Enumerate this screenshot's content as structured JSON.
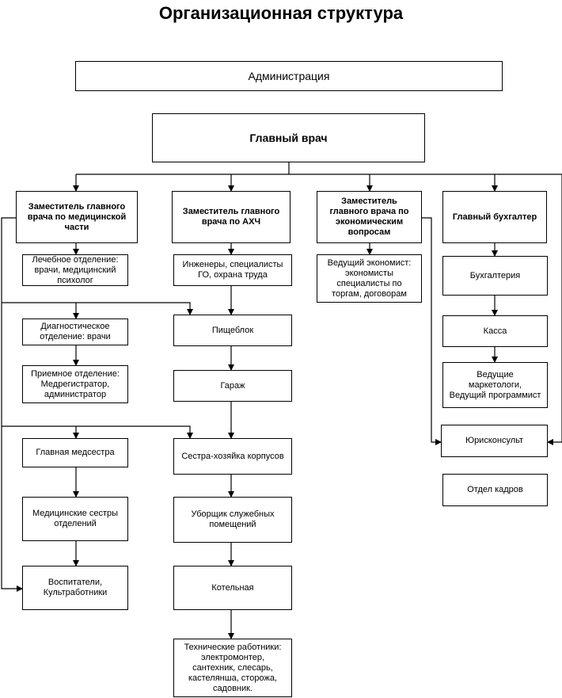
{
  "title": "Организационная структура",
  "nodes": {
    "administration": "Администрация",
    "chief_doctor": "Главный врач",
    "deputy_medical": "Заместитель главного\nврача по медицинской\nчасти",
    "deputy_ahch": "Заместитель главного\nврача по АХЧ",
    "deputy_economic": "Заместитель\nглавного врача по\nэкономическим\nвопросам",
    "chief_accountant": "Главный бухгалтер",
    "treatment_dept": "Лечебное отделение:\nврачи, медицинский\nпсихолог",
    "diagnostic_dept": "Диагностическое\nотделение: врачи",
    "admission_dept": "Приемное отделение:\nМедрегистратор,\nадминистратор",
    "head_nurse": "Главная медсестра",
    "dept_nurses": "Медицинские сестры\nотделений",
    "educators": "Воспитатели,\nКультработники",
    "engineers": "Инженеры, специалисты\nГО, охрана труда",
    "canteen": "Пищеблок",
    "garage": "Гараж",
    "housekeeper": "Сестра-хозяйка корпусов",
    "cleaner": "Уборщик служебных\nпомещений",
    "boiler_room": "Котельная",
    "tech_workers": "Технические работники:\nэлектромонтер,\nсантехник, слесарь,\nкастелянша, сторожа,\nсадовник.",
    "lead_economist": "Ведущий экономист:\nэкономисты\nспециалисты  по\nторгам, договорам",
    "accounting": "Бухгалтерия",
    "cashier": "Касса",
    "marketers": "Ведущие\nмаркетологи,\nВедущий программист",
    "legal": "Юрисконсульт",
    "hr": "Отдел кадров"
  }
}
